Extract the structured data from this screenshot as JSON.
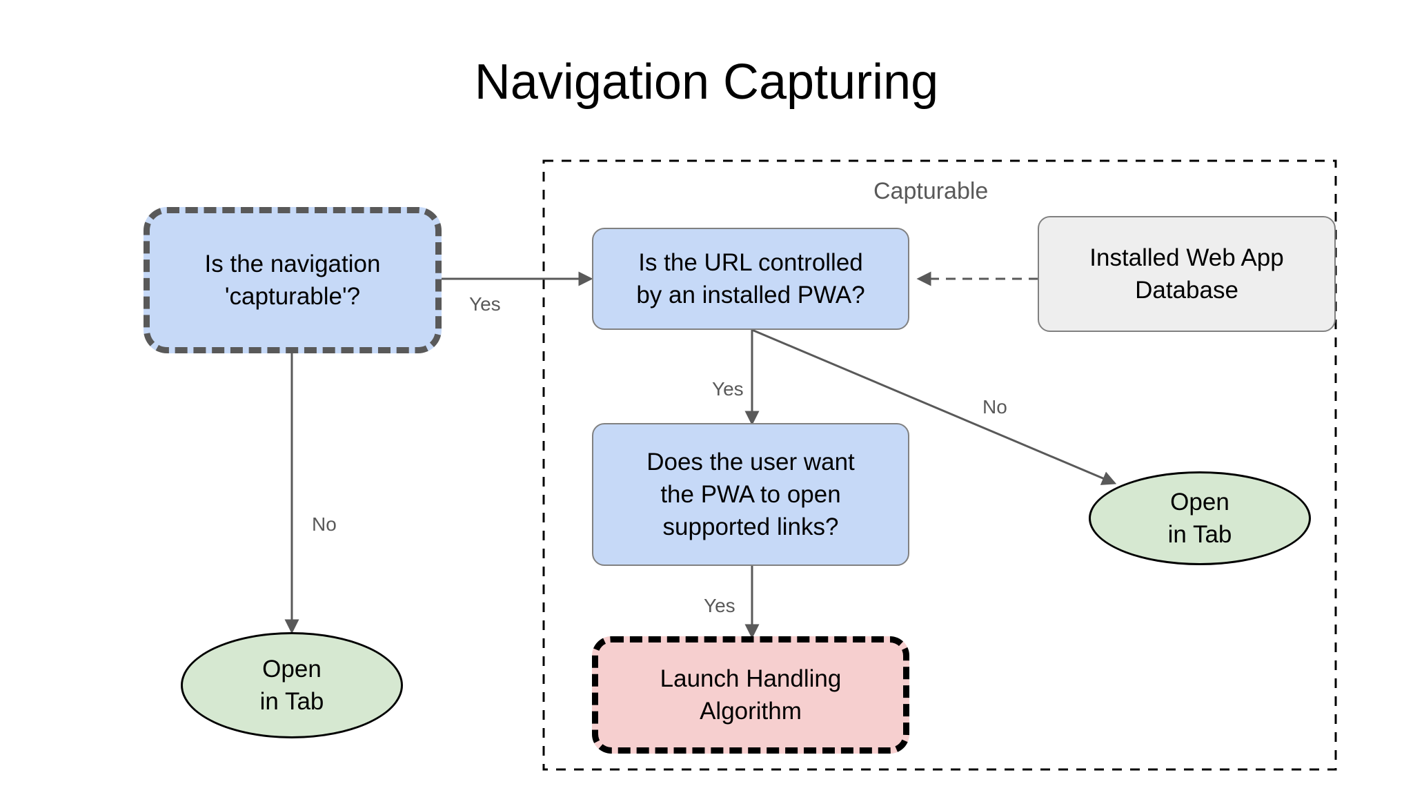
{
  "title": "Navigation Capturing",
  "group": {
    "label": "Capturable",
    "style": "dashed-container"
  },
  "nodes": {
    "is_capturable": {
      "label": "Is the navigation\n'capturable'?",
      "shape": "rounded-rect",
      "fill": "#c6d9f7",
      "stroke": "#595959",
      "stroke_style": "dashed"
    },
    "url_controlled": {
      "label": "Is the URL controlled\nby an installed PWA?",
      "shape": "rounded-rect",
      "fill": "#c6d9f7",
      "stroke": "#808080",
      "stroke_style": "solid"
    },
    "installed_db": {
      "label": "Installed Web App\nDatabase",
      "shape": "rounded-rect",
      "fill": "#eeeeee",
      "stroke": "#808080",
      "stroke_style": "solid"
    },
    "user_wants": {
      "label": "Does the user want\nthe PWA to open\nsupported links?",
      "shape": "rounded-rect",
      "fill": "#c6d9f7",
      "stroke": "#808080",
      "stroke_style": "solid"
    },
    "launch_handling": {
      "label": "Launch Handling\nAlgorithm",
      "shape": "rounded-rect",
      "fill": "#f6cfcf",
      "stroke": "#000000",
      "stroke_style": "dashed"
    },
    "open_in_tab_left": {
      "label": "Open\nin Tab",
      "shape": "ellipse",
      "fill": "#d6e8d1",
      "stroke": "#000000",
      "stroke_style": "solid"
    },
    "open_in_tab_right": {
      "label": "Open\nin Tab",
      "shape": "ellipse",
      "fill": "#d6e8d1",
      "stroke": "#000000",
      "stroke_style": "solid"
    }
  },
  "edges": [
    {
      "id": "capturable-yes",
      "from": "is_capturable",
      "to": "url_controlled",
      "label": "Yes",
      "style": "solid"
    },
    {
      "id": "capturable-no",
      "from": "is_capturable",
      "to": "open_in_tab_left",
      "label": "No",
      "style": "solid"
    },
    {
      "id": "url-yes",
      "from": "url_controlled",
      "to": "user_wants",
      "label": "Yes",
      "style": "solid"
    },
    {
      "id": "url-no",
      "from": "url_controlled",
      "to": "open_in_tab_right",
      "label": "No",
      "style": "solid"
    },
    {
      "id": "user-yes",
      "from": "user_wants",
      "to": "launch_handling",
      "label": "Yes",
      "style": "solid"
    },
    {
      "id": "db-feeds-url",
      "from": "installed_db",
      "to": "url_controlled",
      "label": "",
      "style": "dashed"
    }
  ],
  "colors": {
    "blue_fill": "#c6d9f7",
    "green_fill": "#d6e8d1",
    "pink_fill": "#f6cfcf",
    "gray_fill": "#eeeeee",
    "edge_gray": "#595959",
    "background": "#ffffff"
  }
}
